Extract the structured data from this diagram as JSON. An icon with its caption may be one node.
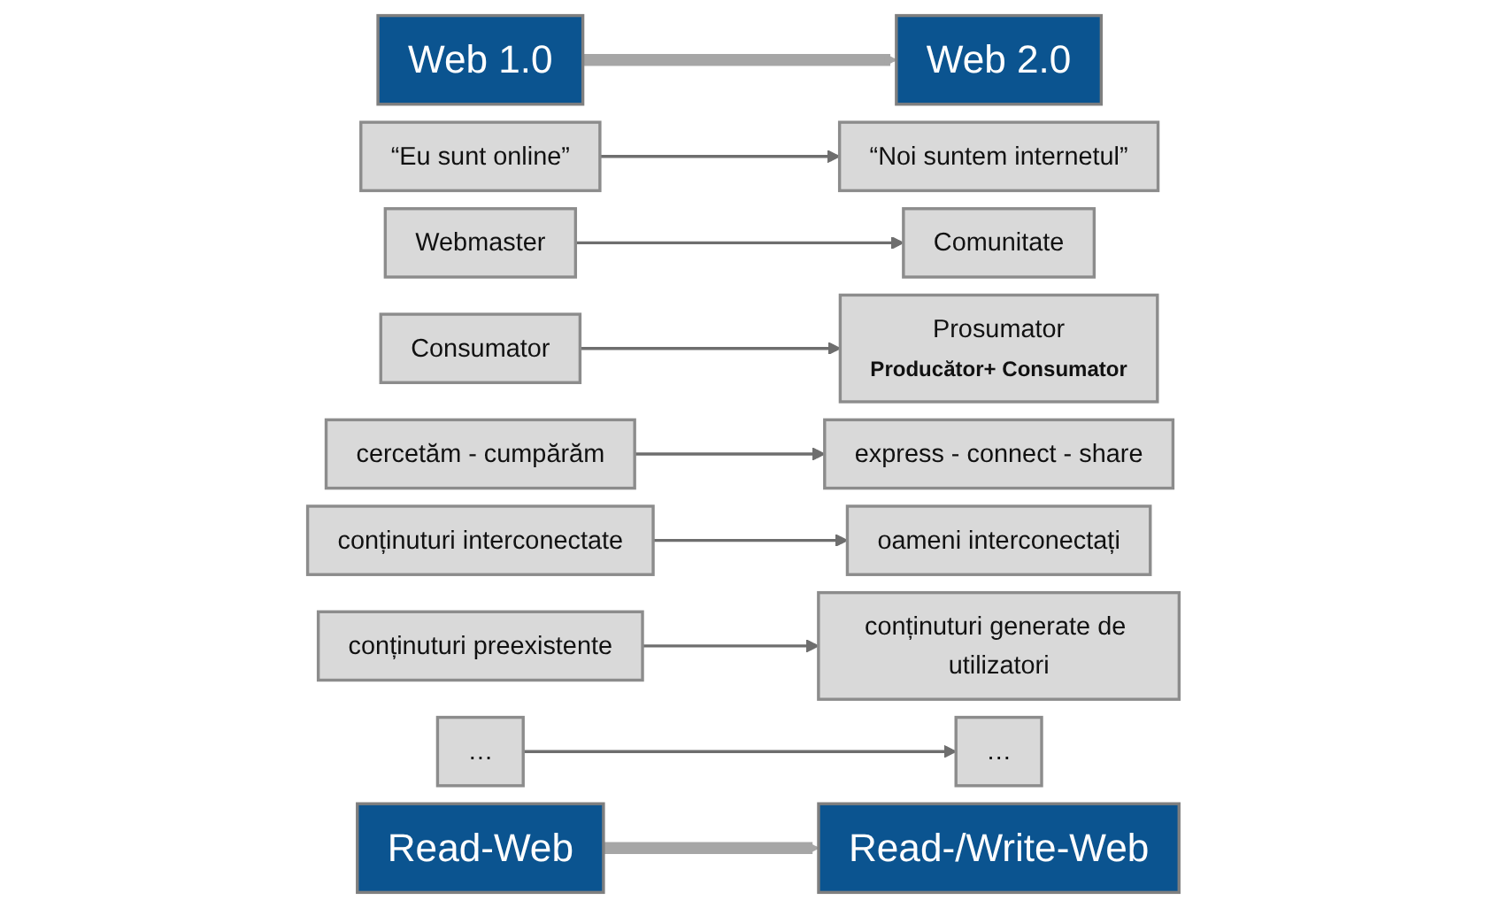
{
  "diagram": {
    "nodes": [
      {
        "text": [
          "Web 1.0"
        ]
      },
      {
        "text": [
          "Web 2.0"
        ]
      },
      {
        "text": [
          "“Eu sunt online”"
        ]
      },
      {
        "text": [
          "“Noi suntem internetul”"
        ]
      },
      {
        "text": [
          "Webmaster"
        ]
      },
      {
        "text": [
          "Comunitate"
        ]
      },
      {
        "text": [
          "Consumator"
        ]
      },
      {
        "text": [
          "Prosumator",
          "Producător+ Consumator"
        ]
      },
      {
        "text": [
          "cercetăm - cumpărăm"
        ]
      },
      {
        "text": [
          "express - connect - share"
        ]
      },
      {
        "text": [
          "conținuturi interconectate"
        ]
      },
      {
        "text": [
          "oameni interconectați"
        ]
      },
      {
        "text": [
          "conținuturi preexistente"
        ]
      },
      {
        "text": [
          "conținuturi generate de utilizatori"
        ]
      },
      {
        "text": [
          "…"
        ]
      },
      {
        "text": [
          "…"
        ]
      },
      {
        "text": [
          "Read-Web"
        ]
      },
      {
        "text": [
          "Read-/Write-Web"
        ]
      }
    ],
    "edges": [
      {
        "from": 0,
        "to": 1,
        "arrow": "to",
        "style": "thick",
        "color": "#a6a6a6"
      },
      {
        "from": 2,
        "to": 3,
        "arrow": "to"
      },
      {
        "from": 4,
        "to": 5,
        "arrow": "to"
      },
      {
        "from": 6,
        "to": 7,
        "arrow": "to"
      },
      {
        "from": 8,
        "to": 9,
        "arrow": "to"
      },
      {
        "from": 10,
        "to": 11,
        "arrow": "to"
      },
      {
        "from": 12,
        "to": 13,
        "arrow": "to"
      },
      {
        "from": 14,
        "to": 15,
        "arrow": "to"
      },
      {
        "from": 16,
        "to": 17,
        "arrow": "to",
        "style": "thick",
        "color": "#a6a6a6"
      }
    ]
  }
}
